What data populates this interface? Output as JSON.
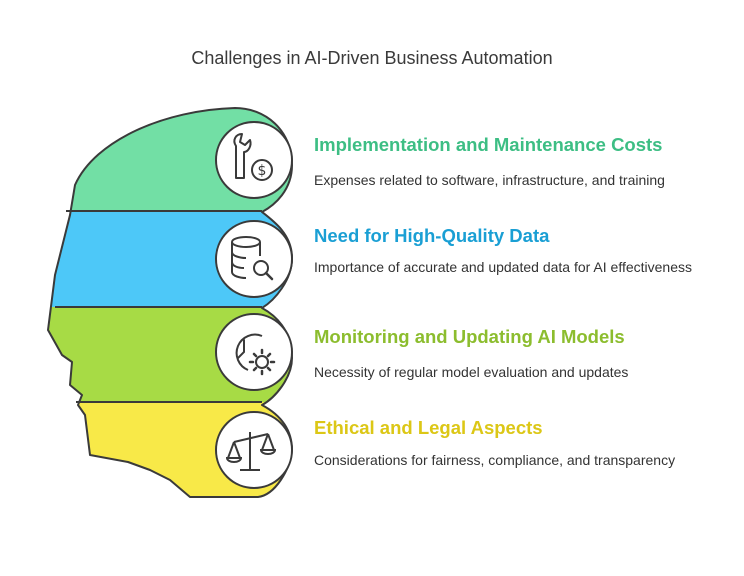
{
  "title": "Challenges in AI-Driven Business Automation",
  "sections": [
    {
      "heading": "Implementation and Maintenance Costs",
      "description": "Expenses related to software, infrastructure, and training",
      "color": "#3dbe84",
      "fill": "#6fdca4",
      "icon": "wrench-dollar-icon"
    },
    {
      "heading": "Need for High-Quality Data",
      "description": "Importance of accurate and updated data for AI effectiveness",
      "color": "#1a9fd4",
      "fill": "#4fc3f7",
      "icon": "database-search-icon"
    },
    {
      "heading": "Monitoring and Updating AI Models",
      "description": "Necessity of regular model evaluation and updates",
      "color": "#8cbd2e",
      "fill": "#a8d94c",
      "icon": "clock-gear-icon"
    },
    {
      "heading": "Ethical and Legal Aspects",
      "description": "Considerations for fairness, compliance, and transparency",
      "color": "#dcc716",
      "fill": "#f5e84a",
      "icon": "scales-icon"
    }
  ]
}
